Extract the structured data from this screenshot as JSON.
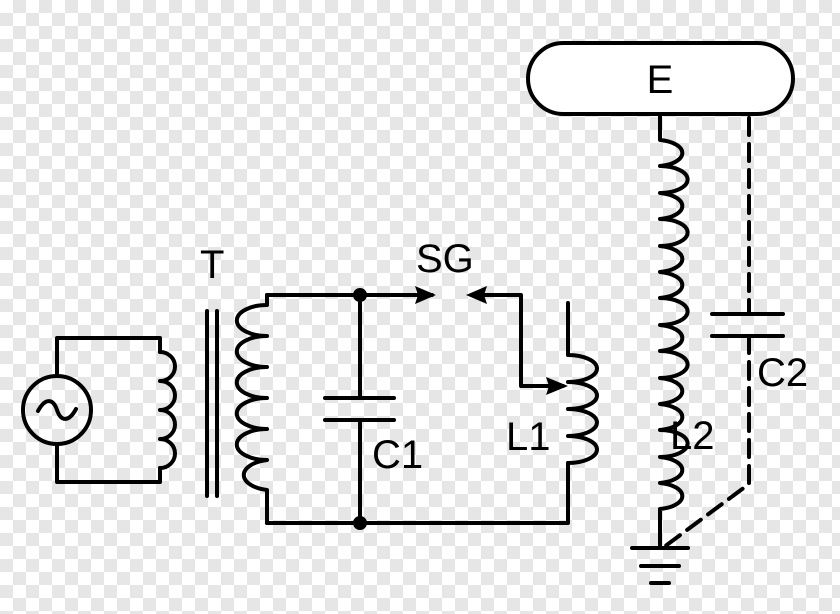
{
  "labels": {
    "transformer": "T",
    "spark_gap": "SG",
    "primary_capacitor": "C1",
    "primary_coil": "L1",
    "secondary_coil": "L2",
    "secondary_capacitor": "C2",
    "electrode": "E"
  },
  "colors": {
    "line": "#000000",
    "background": "#ffffff",
    "checker": "#e6e6e6"
  }
}
